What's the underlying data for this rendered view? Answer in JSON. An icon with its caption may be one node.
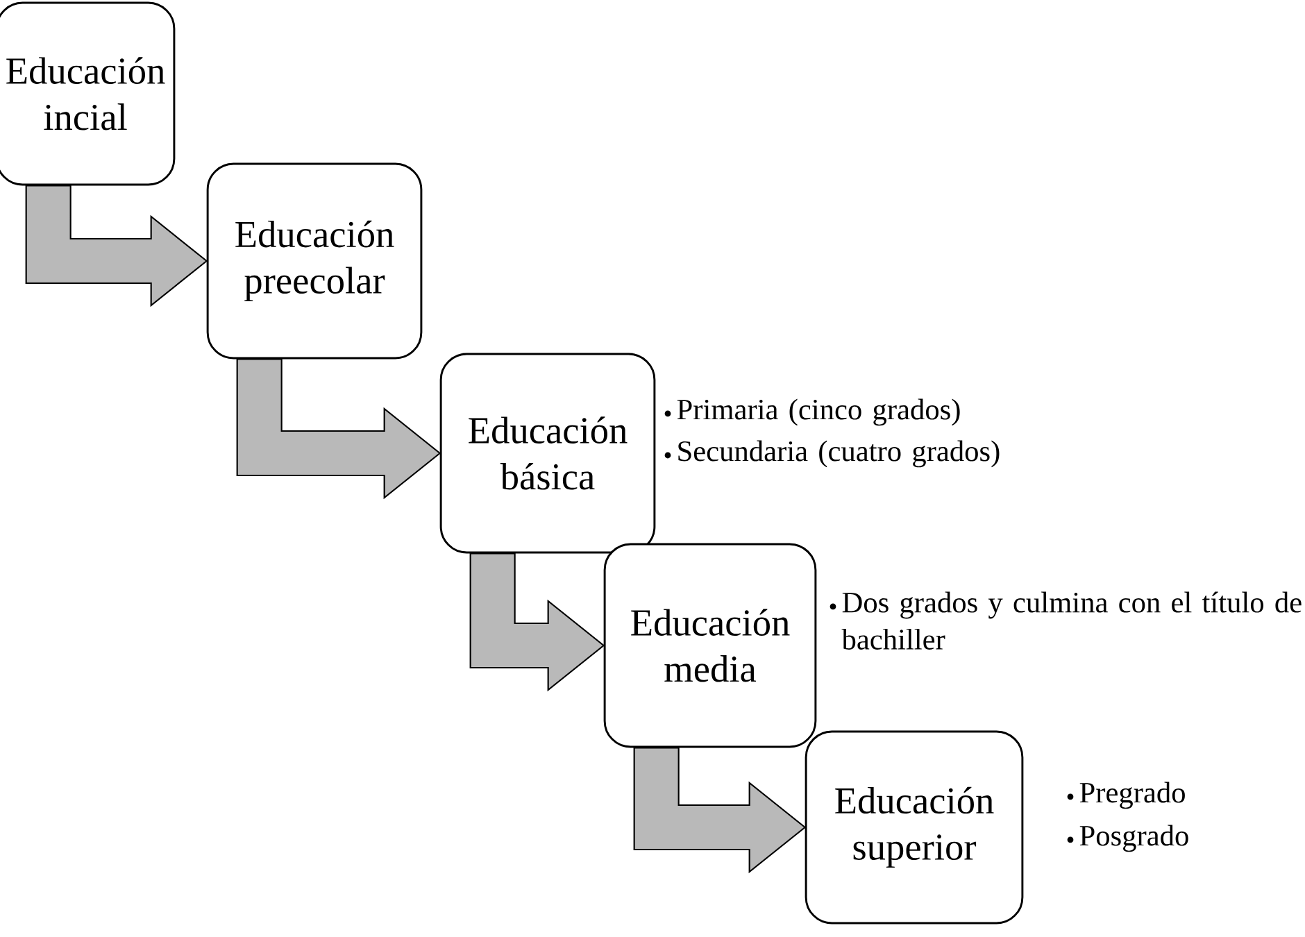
{
  "diagram": {
    "nodes": [
      {
        "text": [
          "Educación incial"
        ]
      },
      {
        "text": [
          "Educación preecolar"
        ]
      },
      {
        "text": [
          "Educación básica"
        ],
        "beside": [
          "Primaria (cinco grados)",
          "Secundaria (cuatro grados)"
        ]
      },
      {
        "text": [
          "Educación media"
        ],
        "beside": [
          "Dos grados y culmina con el título de bachiller"
        ]
      },
      {
        "text": [
          "Educación superior"
        ],
        "beside": [
          "Pregrado",
          "Posgrado"
        ]
      }
    ],
    "edges": [
      {
        "from": 0,
        "to": 1,
        "arrow": "to"
      },
      {
        "from": 1,
        "to": 2,
        "arrow": "to"
      },
      {
        "from": 2,
        "to": 3,
        "arrow": "to"
      },
      {
        "from": 3,
        "to": 4,
        "arrow": "to"
      }
    ]
  }
}
